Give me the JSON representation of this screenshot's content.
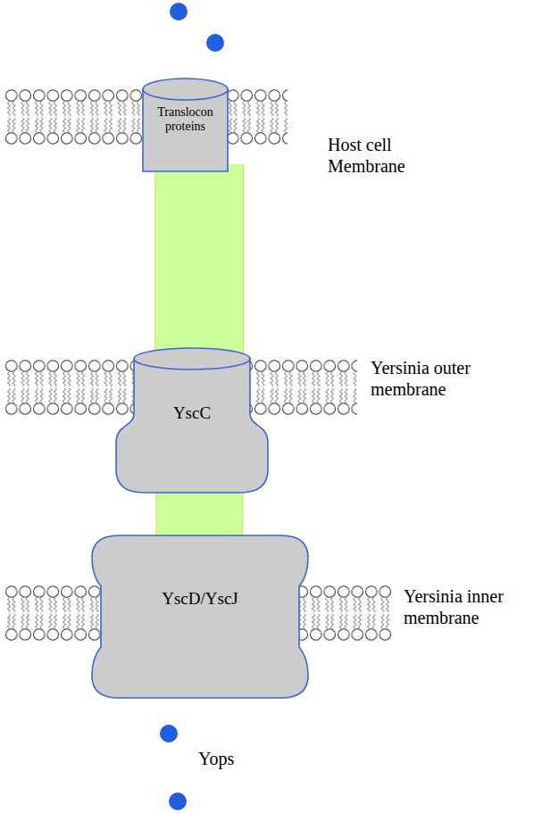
{
  "diagram": {
    "nodes": [
      {
        "text": [
          "Translocon proteins"
        ]
      },
      {
        "text": [
          "YscC"
        ]
      },
      {
        "text": [
          "YscD/YscJ"
        ]
      }
    ],
    "edges": [
      {
        "from": 0,
        "to": 1,
        "arrow": "none"
      },
      {
        "from": 1,
        "to": 2,
        "arrow": "none"
      }
    ],
    "labels": [
      "Host cell Membrane",
      "Yersinia outer membrane",
      "Yersinia inner membrane",
      "Yops"
    ]
  }
}
